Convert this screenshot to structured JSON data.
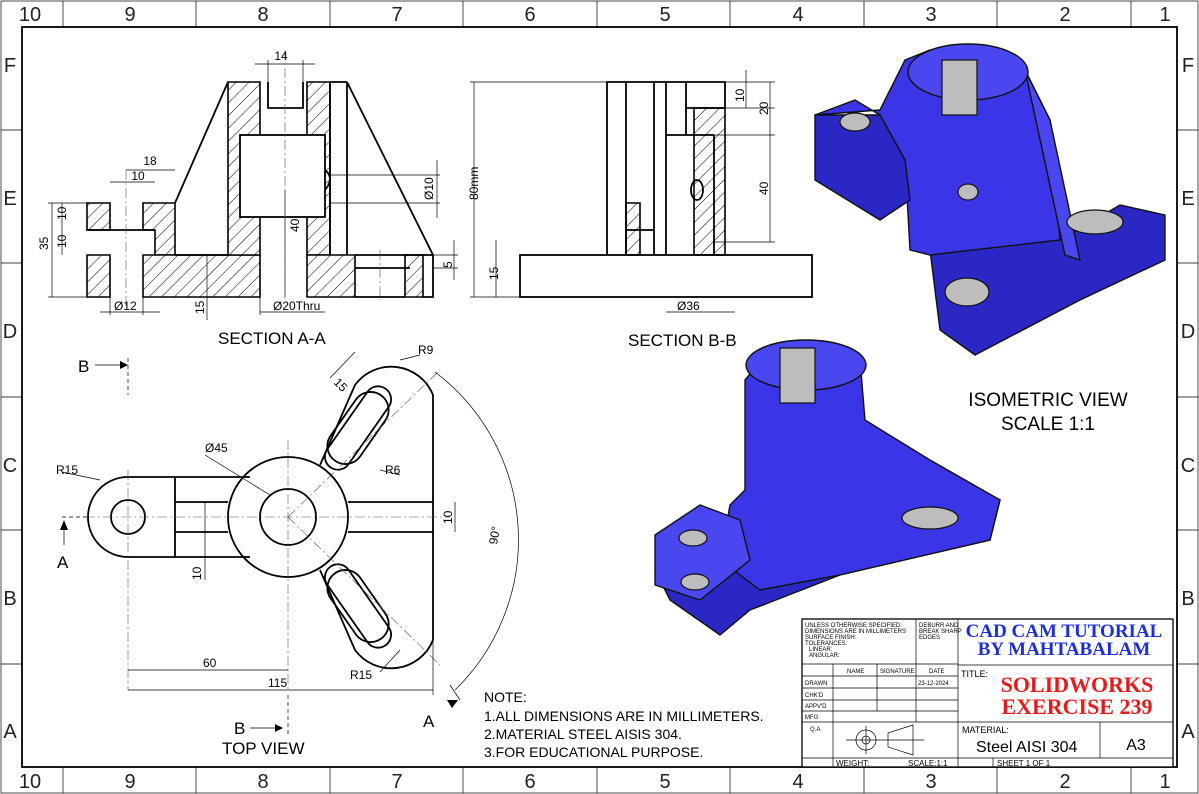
{
  "zones": {
    "columns": [
      "10",
      "9",
      "8",
      "7",
      "6",
      "5",
      "4",
      "3",
      "2",
      "1"
    ],
    "rows": [
      "F",
      "E",
      "D",
      "C",
      "B",
      "A"
    ]
  },
  "section_aa": {
    "title": "SECTION A-A",
    "dims": {
      "top_slot": "14",
      "d18": "18",
      "d10": "10",
      "h35": "35",
      "h10a": "10",
      "h10b": "10",
      "dia10": "Ø10",
      "h40": "40",
      "h5": "5",
      "dia12": "Ø12",
      "h15": "15",
      "dia20": "Ø20Thru"
    }
  },
  "section_bb": {
    "title": "SECTION B-B",
    "dims": {
      "h80": "80mm",
      "h15": "15",
      "h10": "10",
      "h20": "20",
      "h40": "40",
      "dia36": "Ø36"
    }
  },
  "top_view": {
    "title": "TOP VIEW",
    "dims": {
      "r15a": "R15",
      "dia45": "Ø45",
      "d15": "15",
      "r9": "R9",
      "r6": "R6",
      "h10a": "10",
      "h10b": "10",
      "ang": "90°",
      "d60": "60",
      "d115": "115",
      "r15b": "R15"
    },
    "markers": {
      "b_top": "B",
      "b_bottom": "B",
      "a_left": "A",
      "a_right": "A"
    }
  },
  "iso": {
    "title": "ISOMETRIC VIEW",
    "scale": "SCALE 1:1"
  },
  "note": {
    "heading": "NOTE:",
    "lines": [
      "1.ALL DIMENSIONS ARE IN MILLIMETERS.",
      "2.MATERIAL STEEL AISIS 304.",
      "3.FOR EDUCATIONAL PURPOSE."
    ]
  },
  "title_block": {
    "spec": [
      "UNLESS OTHERWISE SPECIFIED:",
      "DIMENSIONS ARE IN MILLIMETERS",
      "SURFACE FINISH:",
      "TOLERANCES:",
      "LINEAR:",
      "ANGULAR:"
    ],
    "deburr": [
      "DEBURR AND",
      "BREAK SHARP",
      "EDGES"
    ],
    "company": [
      "CAD CAM TUTORIAL",
      "BY MAHTABALAM"
    ],
    "headers": {
      "name": "NAME",
      "signature": "SIGNATURE",
      "date": "DATE"
    },
    "rows": [
      "DRAWN",
      "CHK'D",
      "APPV'D",
      "MFG",
      "Q.A"
    ],
    "date": "23-12-2024",
    "title_label": "TITLE:",
    "title": [
      "SOLIDWORKS",
      "EXERCISE 239"
    ],
    "material_label": "MATERIAL:",
    "material": "Steel AISI 304",
    "size": "A3",
    "weight": "WEIGHT:",
    "scale": "SCALE:1:1",
    "sheet": "SHEET 1 OF 1"
  },
  "colors": {
    "part": "#3a35e6",
    "ink": "#000000",
    "title_red": "#e41b1b",
    "title_blue": "#1c2fd8"
  }
}
